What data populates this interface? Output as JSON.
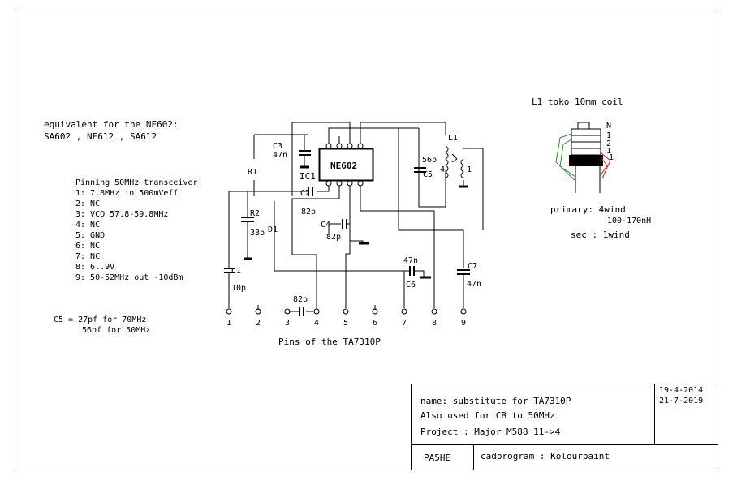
{
  "equivalent": {
    "line1": "equivalent for the NE602:",
    "line2": "SA602 , NE612 , SA612"
  },
  "pinning": {
    "title": "Pinning 50MHz transceiver:",
    "pins": [
      "1: 7.8MHz in 500mVeff",
      "2: NC",
      "3: VCO 57.8-59.8MHz",
      "4: NC",
      "5: GND",
      "6: NC",
      "7: NC",
      "8: 6..9V",
      "9: 50-52MHz out -10dBm"
    ]
  },
  "c5_note": {
    "line1": "C5 = 27pf for 70MHz",
    "line2": "56pf for 50MHz"
  },
  "components": {
    "ic1": "IC1",
    "ic_name": "NE602",
    "r1": "R1",
    "r2": "R2",
    "r2_value": "33p",
    "d1": "D1",
    "c1": "C1",
    "c1_value": "10p",
    "c2": "C2",
    "c2_value": "82p",
    "c3": "C3",
    "c3_value": "47n",
    "c4": "C4",
    "c4_value": "82p",
    "c5": "C5",
    "c5_value": "56p",
    "c6": "C6",
    "c6_value": "47n",
    "c7": "C7",
    "c7_value": "47n",
    "l1": "L1",
    "l1_tap4": "4",
    "l1_tap1": "1",
    "pin_cap_value": "82p"
  },
  "pin_labels": [
    "1",
    "2",
    "3",
    "4",
    "5",
    "6",
    "7",
    "8",
    "9"
  ],
  "pins_caption": "Pins of the TA7310P",
  "coil": {
    "title": "L1 toko 10mm coil",
    "label_n": "N",
    "label_1a": "1",
    "label_2": "2",
    "label_1b": "1",
    "label_1c": "1",
    "primary": "primary: 4wind",
    "primary_range": "100-170nH",
    "secondary": "sec : 1wind"
  },
  "title_block": {
    "name": "name: substitute for TA7310P",
    "also": "Also used for CB to 50MHz",
    "project": "Project : Major M588 11->4",
    "date1": "19-4-2014",
    "date2": "21-7-2019",
    "author": "PA5HE",
    "cad": "cadprogram : Kolourpaint"
  },
  "colors": {
    "coil_green": "#2e8b2e",
    "coil_red": "#d02020",
    "ink": "#000000"
  }
}
